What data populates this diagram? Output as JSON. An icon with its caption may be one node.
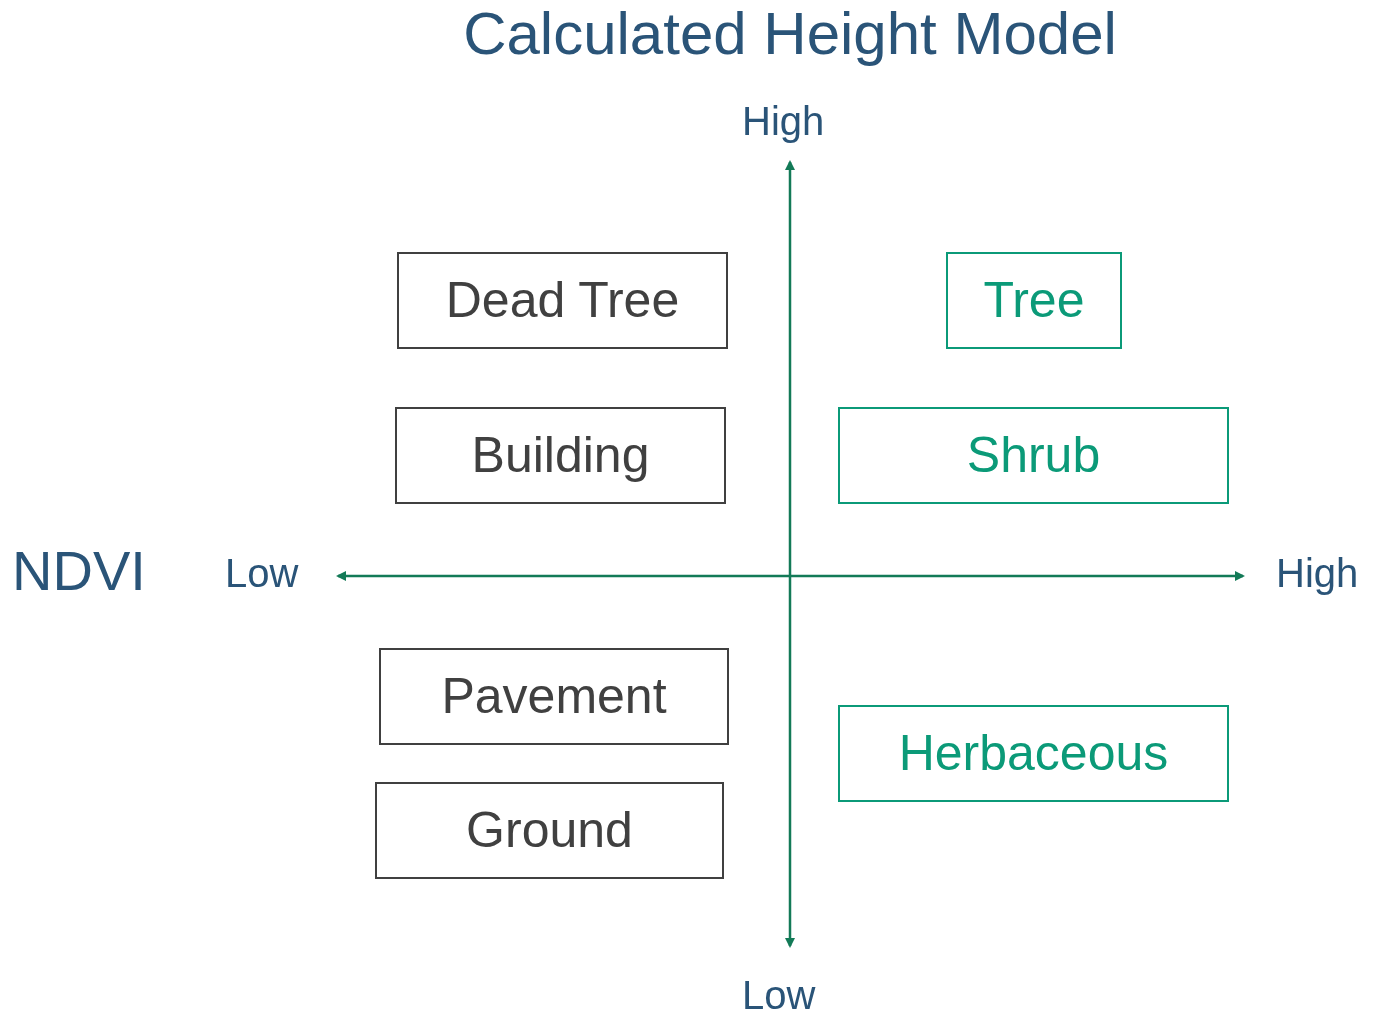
{
  "diagram": {
    "title": "Calculated Height Model",
    "nodes": [
      {
        "text": [
          "Dead Tree"
        ]
      },
      {
        "text": [
          "Tree"
        ]
      },
      {
        "text": [
          "Building"
        ]
      },
      {
        "text": [
          "Shrub"
        ]
      },
      {
        "text": [
          "Pavement"
        ]
      },
      {
        "text": [
          "Herbaceous"
        ]
      },
      {
        "text": [
          "Ground"
        ]
      }
    ],
    "labels": [
      "High",
      "NDVI",
      "Low",
      "High",
      "Low"
    ]
  }
}
